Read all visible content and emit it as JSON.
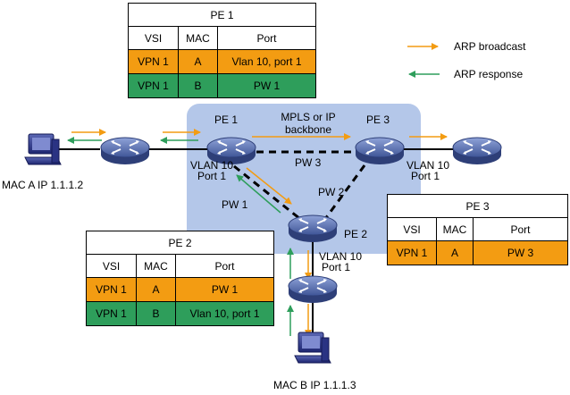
{
  "colors": {
    "broadcast": "#f39c12",
    "response": "#2e9e5b",
    "backbone": "#a7bde5",
    "router": "#5a6fb0"
  },
  "legend": {
    "broadcast_label": "ARP broadcast",
    "response_label": "ARP response"
  },
  "backbone_label": "MPLS or IP backbone",
  "routers": {
    "pe1": "PE 1",
    "pe2": "PE 2",
    "pe3": "PE 3"
  },
  "pw_labels": {
    "pw1": "PW 1",
    "pw2": "PW 2",
    "pw3": "PW 3"
  },
  "port_labels": {
    "pe1_vlan": "VLAN 10",
    "pe1_port": "Port 1",
    "pe2_vlan": "VLAN 10",
    "pe2_port": "Port 1",
    "pe3_vlan": "VLAN 10",
    "pe3_port": "Port 1"
  },
  "hosts": {
    "host_a": "MAC A IP 1.1.1.2",
    "host_b": "MAC B IP 1.1.1.3"
  },
  "tables": {
    "pe1": {
      "title": "PE 1",
      "headers": [
        "VSI",
        "MAC",
        "Port"
      ],
      "rows": [
        {
          "vsi": "VPN 1",
          "mac": "A",
          "port": "Vlan 10, port 1"
        },
        {
          "vsi": "VPN 1",
          "mac": "B",
          "port": "PW 1"
        }
      ]
    },
    "pe2": {
      "title": "PE 2",
      "headers": [
        "VSI",
        "MAC",
        "Port"
      ],
      "rows": [
        {
          "vsi": "VPN 1",
          "mac": "A",
          "port": "PW 1"
        },
        {
          "vsi": "VPN 1",
          "mac": "B",
          "port": "Vlan 10, port 1"
        }
      ]
    },
    "pe3": {
      "title": "PE 3",
      "headers": [
        "VSI",
        "MAC",
        "Port"
      ],
      "rows": [
        {
          "vsi": "VPN 1",
          "mac": "A",
          "port": "PW 3"
        }
      ]
    }
  }
}
